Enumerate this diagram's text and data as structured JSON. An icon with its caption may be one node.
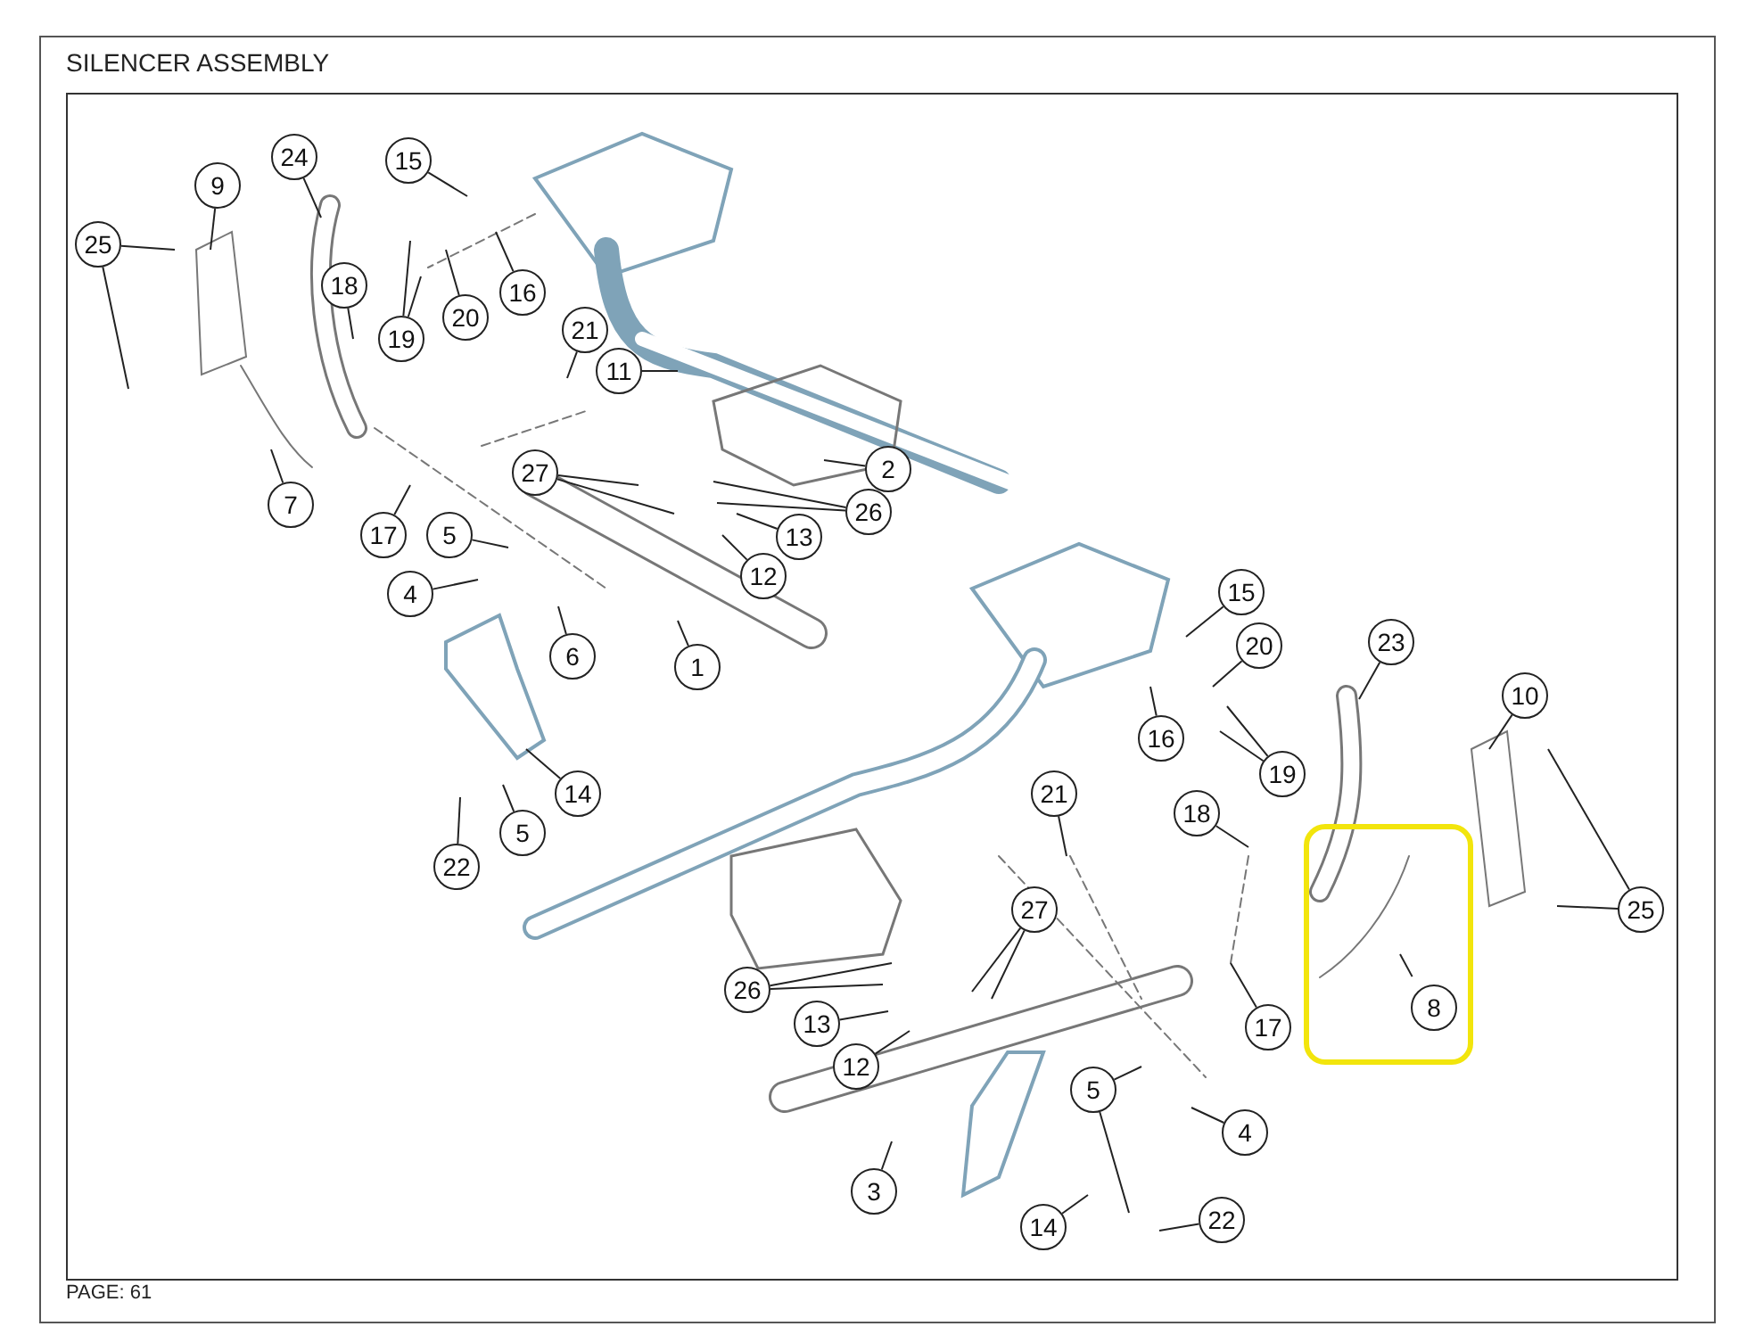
{
  "diagram": {
    "title": "SILENCER ASSEMBLY",
    "nodes": [
      {
        "text": [
          "9"
        ]
      },
      {
        "text": [
          "24"
        ]
      },
      {
        "text": [
          "15"
        ]
      },
      {
        "text": [
          "25"
        ]
      },
      {
        "text": [
          "18"
        ]
      },
      {
        "text": [
          "19"
        ]
      },
      {
        "text": [
          "20"
        ]
      },
      {
        "text": [
          "16"
        ]
      },
      {
        "text": [
          "21"
        ]
      },
      {
        "text": [
          "11"
        ]
      },
      {
        "text": [
          "7"
        ]
      },
      {
        "text": [
          "17"
        ]
      },
      {
        "text": [
          "5"
        ]
      },
      {
        "text": [
          "27"
        ]
      },
      {
        "text": [
          "2"
        ]
      },
      {
        "text": [
          "26"
        ]
      },
      {
        "text": [
          "13"
        ]
      },
      {
        "text": [
          "12"
        ]
      },
      {
        "text": [
          "4"
        ]
      },
      {
        "text": [
          "6"
        ]
      },
      {
        "text": [
          "1"
        ]
      },
      {
        "text": [
          "14"
        ]
      },
      {
        "text": [
          "5"
        ]
      },
      {
        "text": [
          "22"
        ]
      },
      {
        "text": [
          "15"
        ]
      },
      {
        "text": [
          "20"
        ]
      },
      {
        "text": [
          "23"
        ]
      },
      {
        "text": [
          "10"
        ]
      },
      {
        "text": [
          "16"
        ]
      },
      {
        "text": [
          "19"
        ]
      },
      {
        "text": [
          "25"
        ]
      },
      {
        "text": [
          "21"
        ]
      },
      {
        "text": [
          "18"
        ]
      },
      {
        "text": [
          "27"
        ]
      },
      {
        "text": [
          "26"
        ]
      },
      {
        "text": [
          "13"
        ]
      },
      {
        "text": [
          "12"
        ]
      },
      {
        "text": [
          "17"
        ]
      },
      {
        "text": [],
        "shape": "box"
      },
      {
        "text": [
          "8"
        ],
        "in": 38
      },
      {
        "text": [
          "5"
        ]
      },
      {
        "text": [
          "4"
        ]
      },
      {
        "text": [
          "3"
        ]
      },
      {
        "text": [
          "14"
        ]
      },
      {
        "text": [
          "22"
        ]
      }
    ],
    "edges": [
      {
        "from": 0,
        "to": null,
        "arrow": "none"
      },
      {
        "from": 1,
        "to": null,
        "arrow": "none"
      },
      {
        "from": 2,
        "to": null,
        "arrow": "none"
      },
      {
        "from": 3,
        "to": null,
        "arrow": "none"
      },
      {
        "from": 3,
        "to": null,
        "arrow": "none"
      },
      {
        "from": 4,
        "to": null,
        "arrow": "none"
      },
      {
        "from": 5,
        "to": null,
        "arrow": "none"
      },
      {
        "from": 5,
        "to": null,
        "arrow": "none"
      },
      {
        "from": 6,
        "to": null,
        "arrow": "none"
      },
      {
        "from": 7,
        "to": null,
        "arrow": "none"
      },
      {
        "from": 8,
        "to": null,
        "arrow": "none"
      },
      {
        "from": 9,
        "to": null,
        "arrow": "none"
      },
      {
        "from": 10,
        "to": null,
        "arrow": "none"
      },
      {
        "from": 11,
        "to": null,
        "arrow": "none"
      },
      {
        "from": 12,
        "to": null,
        "arrow": "none"
      },
      {
        "from": 13,
        "to": null,
        "arrow": "none"
      },
      {
        "from": 13,
        "to": null,
        "arrow": "none"
      },
      {
        "from": 14,
        "to": null,
        "arrow": "none"
      },
      {
        "from": 15,
        "to": null,
        "arrow": "none"
      },
      {
        "from": 15,
        "to": null,
        "arrow": "none"
      },
      {
        "from": 16,
        "to": null,
        "arrow": "none"
      },
      {
        "from": 17,
        "to": null,
        "arrow": "none"
      },
      {
        "from": 18,
        "to": null,
        "arrow": "none"
      },
      {
        "from": 19,
        "to": null,
        "arrow": "none"
      },
      {
        "from": 20,
        "to": null,
        "arrow": "none"
      },
      {
        "from": 21,
        "to": null,
        "arrow": "none"
      },
      {
        "from": 22,
        "to": null,
        "arrow": "none"
      },
      {
        "from": 23,
        "to": null,
        "arrow": "none"
      },
      {
        "from": 24,
        "to": null,
        "arrow": "none"
      },
      {
        "from": 25,
        "to": null,
        "arrow": "none"
      },
      {
        "from": 26,
        "to": null,
        "arrow": "none"
      },
      {
        "from": 27,
        "to": null,
        "arrow": "none"
      },
      {
        "from": 28,
        "to": null,
        "arrow": "none"
      },
      {
        "from": 29,
        "to": null,
        "arrow": "none"
      },
      {
        "from": 29,
        "to": null,
        "arrow": "none"
      },
      {
        "from": 30,
        "to": null,
        "arrow": "none"
      },
      {
        "from": 30,
        "to": null,
        "arrow": "none"
      },
      {
        "from": 31,
        "to": null,
        "arrow": "none"
      },
      {
        "from": 32,
        "to": null,
        "arrow": "none"
      },
      {
        "from": 33,
        "to": null,
        "arrow": "none"
      },
      {
        "from": 33,
        "to": null,
        "arrow": "none"
      },
      {
        "from": 34,
        "to": null,
        "arrow": "none"
      },
      {
        "from": 34,
        "to": null,
        "arrow": "none"
      },
      {
        "from": 35,
        "to": null,
        "arrow": "none"
      },
      {
        "from": 36,
        "to": null,
        "arrow": "none"
      },
      {
        "from": 37,
        "to": null,
        "arrow": "none"
      },
      {
        "from": 39,
        "to": null,
        "arrow": "none"
      },
      {
        "from": 40,
        "to": null,
        "arrow": "none"
      },
      {
        "from": 40,
        "to": null,
        "arrow": "none"
      },
      {
        "from": 41,
        "to": null,
        "arrow": "none"
      },
      {
        "from": 42,
        "to": null,
        "arrow": "none"
      },
      {
        "from": 43,
        "to": null,
        "arrow": "none"
      },
      {
        "from": 44,
        "to": null,
        "arrow": "none"
      }
    ],
    "labels": [
      "PAGE: 61"
    ]
  }
}
